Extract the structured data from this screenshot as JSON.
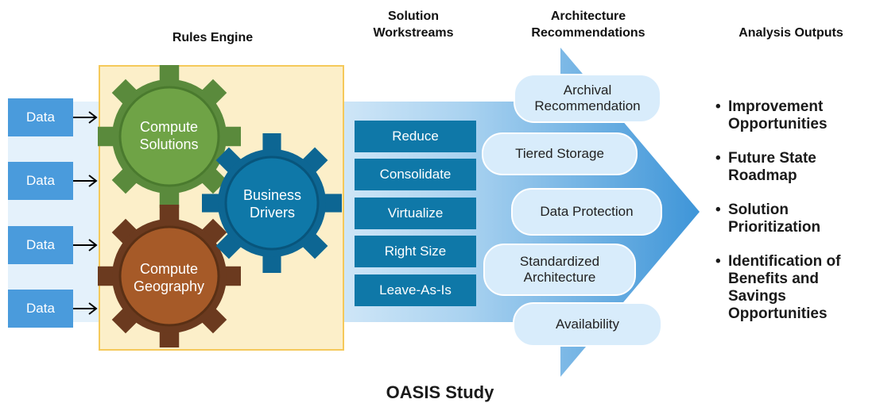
{
  "headers": {
    "rules_engine": "Rules Engine",
    "solution_workstreams": "Solution\nWorkstreams",
    "architecture_recommendations": "Architecture\nRecommendations",
    "analysis_outputs": "Analysis Outputs"
  },
  "data_inputs": [
    "Data",
    "Data",
    "Data",
    "Data"
  ],
  "gears": {
    "compute_solutions": "Compute\nSolutions",
    "business_drivers": "Business\nDrivers",
    "compute_geography": "Compute\nGeography"
  },
  "workstreams": [
    "Reduce",
    "Consolidate",
    "Virtualize",
    "Right Size",
    "Leave-As-Is"
  ],
  "recommendations": [
    "Archival\nRecommendation",
    "Tiered Storage",
    "Data Protection",
    "Standardized\nArchitecture",
    "Availability"
  ],
  "outputs": [
    "Improvement\nOpportunities",
    "Future State\nRoadmap",
    "Solution\nPrioritization",
    "Identification of\nBenefits and\nSavings\nOpportunities"
  ],
  "caption": "OASIS Study",
  "colors": {
    "data_box": "#4a9bdc",
    "rules_panel": "#fcefc9",
    "gear_green": "#5a8a3c",
    "gear_blue": "#0d6693",
    "gear_brown": "#6b3a1f",
    "workstream": "#0f78a8",
    "pill": "#d8ecfb"
  }
}
